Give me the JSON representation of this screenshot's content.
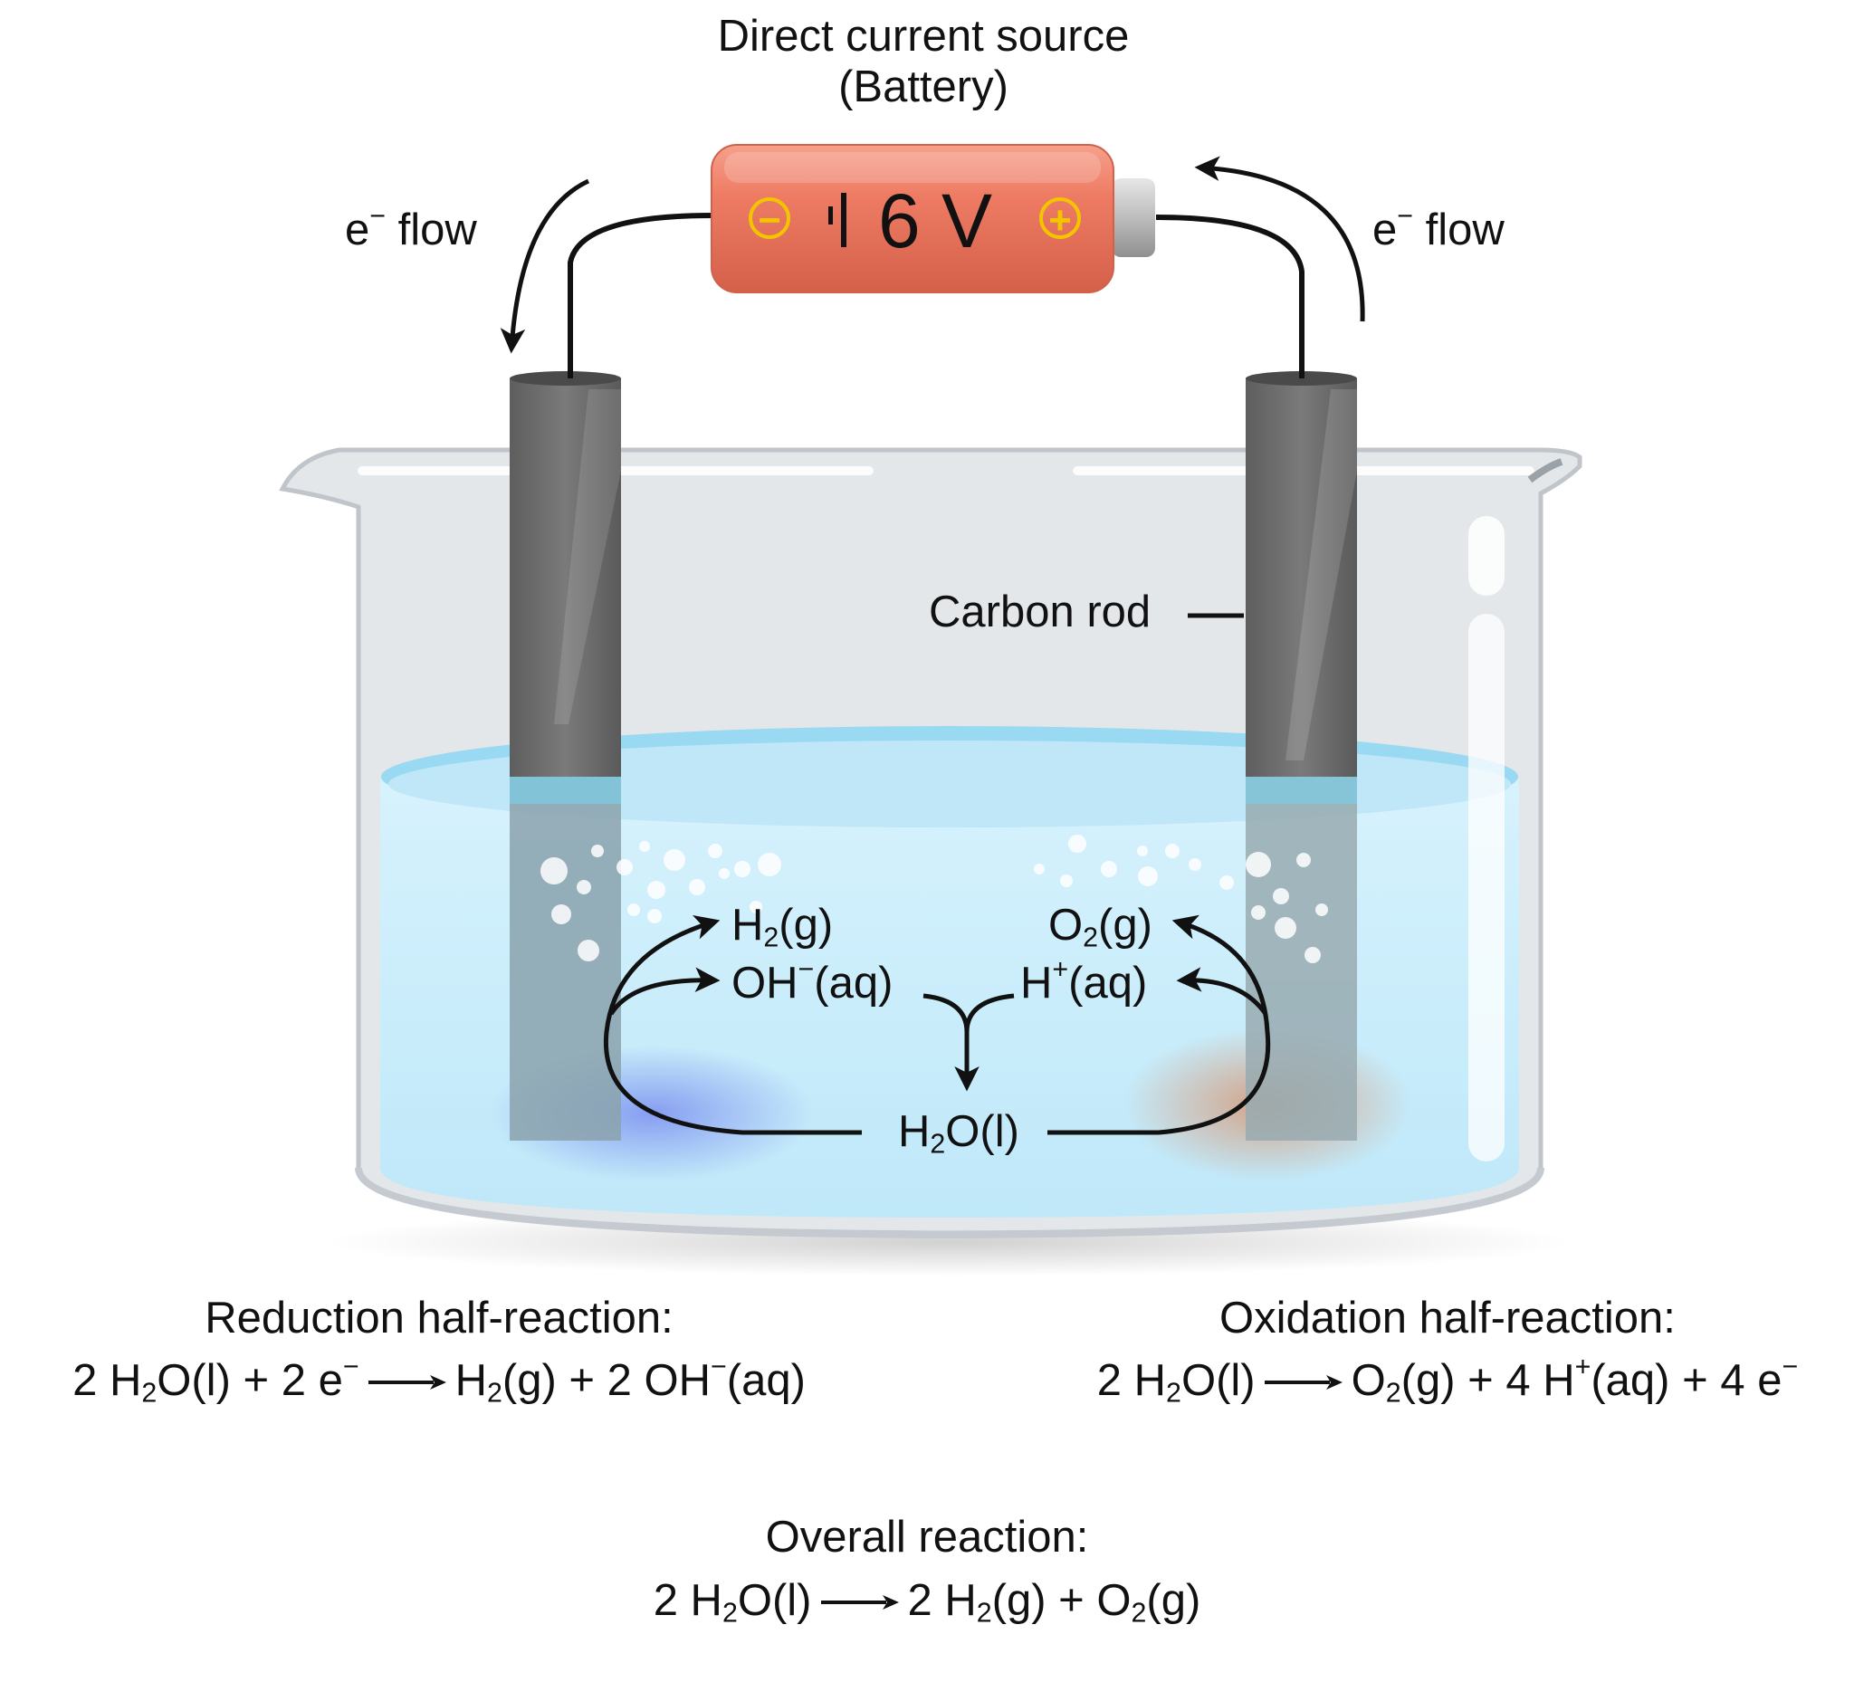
{
  "title": {
    "line1": "Direct current source",
    "line2": "(Battery)"
  },
  "battery": {
    "voltage": "6 V",
    "negative": "−",
    "positive": "+"
  },
  "flow": {
    "left": "flow",
    "right": "flow",
    "electron": "e",
    "minus": "−"
  },
  "rod_label": "Carbon rod",
  "species": {
    "h2": {
      "a": "H",
      "sub": "2",
      "b": "(g)"
    },
    "oh": {
      "a": "OH",
      "sup": "−",
      "b": "(aq)"
    },
    "o2": {
      "a": "O",
      "sub": "2",
      "b": "(g)"
    },
    "h": {
      "a": "H",
      "sup": "+",
      "b": "(aq)"
    },
    "h2o": {
      "a": "H",
      "sub": "2",
      "b": "O(l)"
    }
  },
  "reduction": {
    "heading": "Reduction half-reaction:",
    "left": {
      "t1": "2 H",
      "s1": "2",
      "t2": "O(l) + 2 e",
      "p1": "−"
    },
    "right": {
      "t1": "H",
      "s1": "2",
      "t2": "(g) + 2 OH",
      "p1": "−",
      "t3": "(aq)"
    }
  },
  "oxidation": {
    "heading": "Oxidation half-reaction:",
    "left": {
      "t1": "2 H",
      "s1": "2",
      "t2": "O(l)"
    },
    "right": {
      "t1": "O",
      "s1": "2",
      "t2": "(g) + 4 H",
      "p1": "+",
      "t3": "(aq) + 4 e",
      "p2": "−"
    }
  },
  "overall": {
    "heading": "Overall reaction:",
    "left": {
      "t1": "2 H",
      "s1": "2",
      "t2": "O(l)"
    },
    "right": {
      "t1": "2 H",
      "s1": "2",
      "t2": "(g) + O",
      "s2": "2",
      "t3": "(g)"
    }
  },
  "colors": {
    "battery": "#ee7b63",
    "battery_sign": "#f2c500",
    "rod": "#6d6d6d",
    "solution": "#c7ecfa",
    "cathode_glow": "#8fa6f2",
    "anode_glow": "#d9a88a"
  }
}
